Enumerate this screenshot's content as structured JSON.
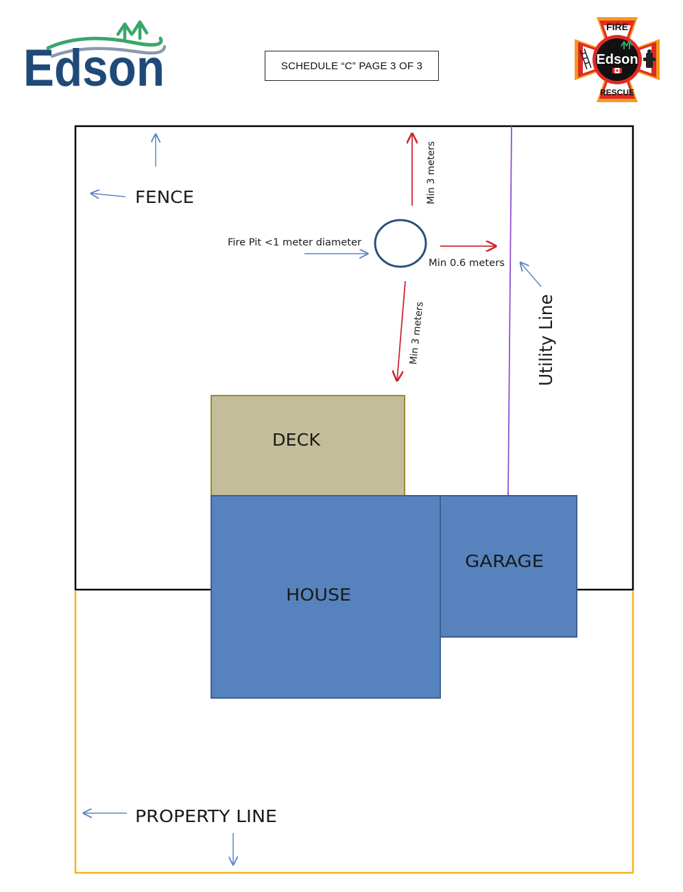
{
  "header": {
    "town_logo_text": "Edson",
    "schedule_label": "SCHEDULE “C” PAGE 3 OF 3",
    "fire_badge": {
      "top_text": "FIRE",
      "center_text": "Edson",
      "bottom_text": "RESCUE"
    }
  },
  "diagram": {
    "labels": {
      "fence": "FENCE",
      "fire_pit": "Fire Pit <1 meter diameter",
      "min_top": "Min 3 meters",
      "min_right": "Min 0.6 meters",
      "min_bottom": "Min 3 meters",
      "utility_line": "Utility Line",
      "deck": "DECK",
      "house": "HOUSE",
      "garage": "GARAGE",
      "property_line": "PROPERTY LINE"
    },
    "colors": {
      "fence": "#000000",
      "property_line": "#f2b61a",
      "utility_line": "#8e4fd0",
      "deck_fill": "#c4bd9b",
      "deck_border": "#958a3a",
      "building_fill": "#5683bd",
      "building_border": "#3a5f90",
      "clearance_arrow": "#c8282e",
      "pointer_arrow": "#5b85c4",
      "fire_pit": "#2a4f7e",
      "brand_navy": "#1f4a78",
      "brand_green": "#3aa66a",
      "badge_red": "#e02a23",
      "badge_orange": "#f39a1e"
    }
  }
}
